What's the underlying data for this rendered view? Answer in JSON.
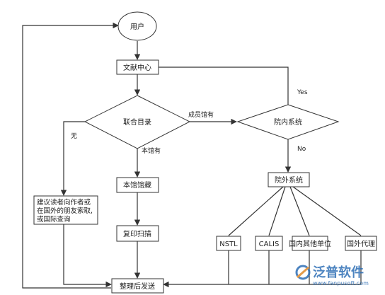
{
  "nodes": {
    "user": "用户",
    "doc_center": "文献中心",
    "union_catalog": "联合目录",
    "inner_system": "院内系统",
    "outer_system": "院外系统",
    "local_collection": "本馆馆藏",
    "copy_scan": "复印扫描",
    "deliver": "整理后发送",
    "suggest_line1": "建议读者向作者或",
    "suggest_line2": "在国外的朋友索取,",
    "suggest_line3": "或国际查询",
    "nstl": "NSTL",
    "calis": "CALIS",
    "domestic_other": "国内其他单位",
    "foreign_agent": "国外代理"
  },
  "edges": {
    "member_has": "成员馆有",
    "local_has": "本馆有",
    "none": "无",
    "yes": "Yes",
    "no": "No"
  },
  "watermark": {
    "brand": "泛普软件",
    "url": "www.fanpusoft.com"
  },
  "colors": {
    "line": "#333333",
    "watermark_blue": "#2f6fb6"
  }
}
